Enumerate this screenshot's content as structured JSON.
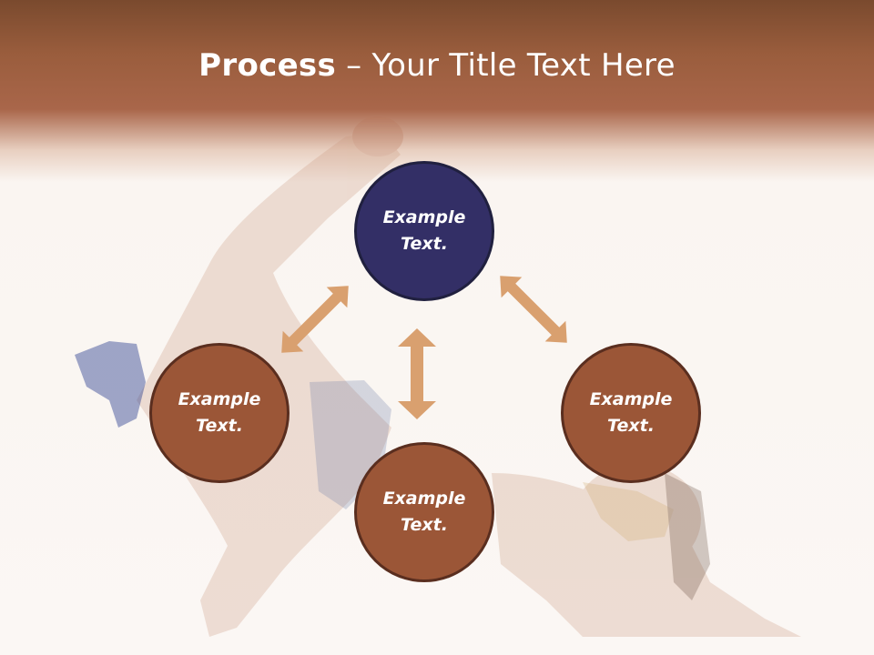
{
  "title": {
    "bold": "Process",
    "dash": " – ",
    "rest": "Your Title Text Here"
  },
  "circles": [
    {
      "label": "Example\nText."
    },
    {
      "label": "Example\nText."
    },
    {
      "label": "Example\nText."
    },
    {
      "label": "Example\nText."
    }
  ],
  "colors": {
    "header": "#9a5d3d",
    "circle_brown": "#9b5637",
    "circle_navy": "#332f66",
    "arrow": "#d9a06f"
  }
}
